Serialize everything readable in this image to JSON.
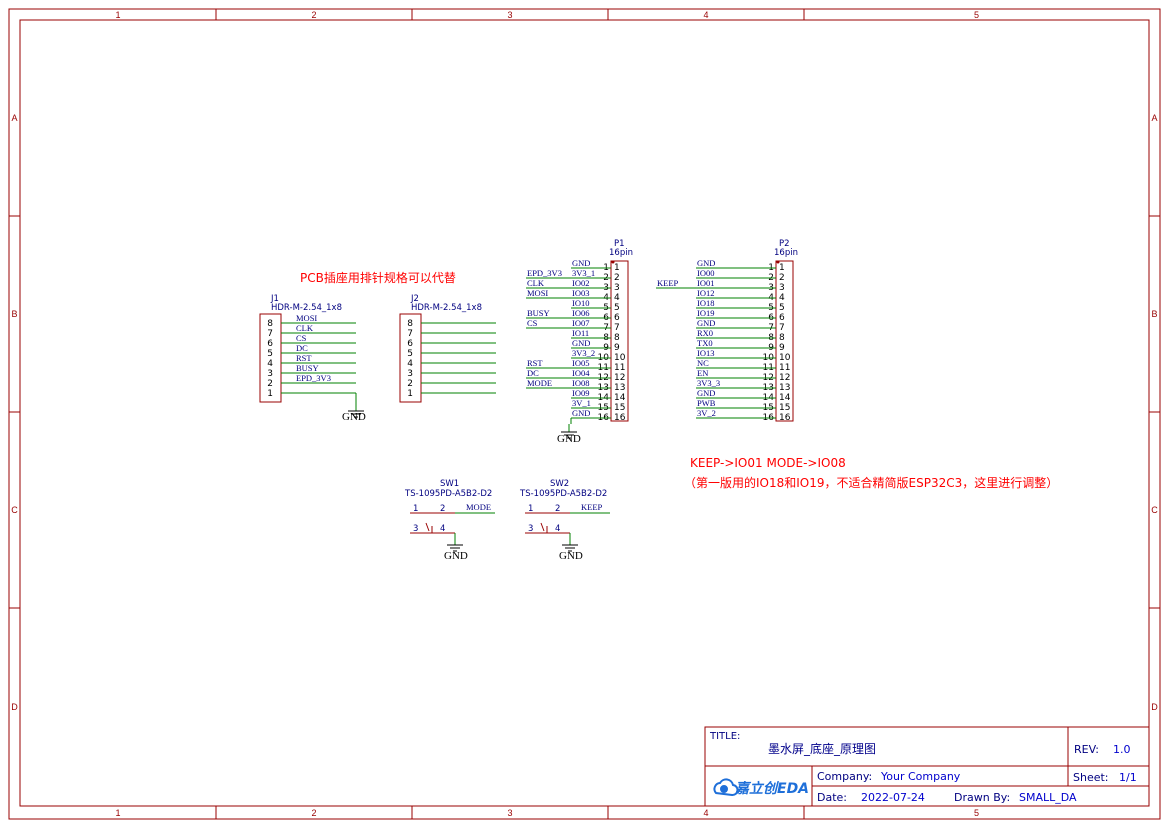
{
  "colors": {
    "border": "#990000",
    "wire": "#008000",
    "netlabel": "#000080",
    "pin": "#990000",
    "red": "#ff0000",
    "designator": "#000080",
    "ground": "#000000"
  },
  "border": {
    "cols": [
      "1",
      "2",
      "3",
      "4",
      "5"
    ],
    "rows": [
      "A",
      "B",
      "C",
      "D"
    ]
  },
  "note_top": "PCB插座用排针规格可以代替",
  "note_remap": "KEEP->IO01 MODE->IO08",
  "note_detail": "（第一版用的IO18和IO19，不适合精简版ESP32C3，这里进行调整）",
  "j1": {
    "ref": "J1",
    "part": "HDR-M-2.54_1x8",
    "pins": [
      "8",
      "7",
      "6",
      "5",
      "4",
      "3",
      "2",
      "1"
    ],
    "nets": [
      "MOSI",
      "CLK",
      "CS",
      "DC",
      "RST",
      "BUSY",
      "EPD_3V3",
      ""
    ],
    "gnd": "GND"
  },
  "j2": {
    "ref": "J2",
    "part": "HDR-M-2.54_1x8",
    "pins": [
      "8",
      "7",
      "6",
      "5",
      "4",
      "3",
      "2",
      "1"
    ]
  },
  "p1": {
    "ref": "P1",
    "part": "16pin",
    "pins": [
      "1",
      "2",
      "3",
      "4",
      "5",
      "6",
      "7",
      "8",
      "9",
      "10",
      "11",
      "12",
      "13",
      "14",
      "15",
      "16"
    ],
    "netlabels": [
      "GND",
      "3V3_1",
      "IO02",
      "IO03",
      "IO10",
      "IO06",
      "IO07",
      "IO11",
      "GND",
      "3V3_2",
      "IO05",
      "IO04",
      "IO08",
      "IO09",
      "3V_1",
      "GND"
    ],
    "left_nets": [
      "",
      "EPD_3V3",
      "CLK",
      "MOSI",
      "",
      "BUSY",
      "CS",
      "",
      "",
      "",
      "RST",
      "DC",
      "MODE",
      "",
      "",
      ""
    ],
    "gnd": "GND"
  },
  "p2": {
    "ref": "P2",
    "part": "16pin",
    "pins": [
      "1",
      "2",
      "3",
      "4",
      "5",
      "6",
      "7",
      "8",
      "9",
      "10",
      "11",
      "12",
      "13",
      "14",
      "15",
      "16"
    ],
    "netlabels": [
      "GND",
      "IO00",
      "IO01",
      "IO12",
      "IO18",
      "IO19",
      "GND",
      "RX0",
      "TX0",
      "IO13",
      "NC",
      "EN",
      "3V3_3",
      "GND",
      "PWB",
      "3V_2"
    ],
    "keep": "KEEP"
  },
  "sw1": {
    "ref": "SW1",
    "part": "TS-1095PD-A5B2-D2",
    "p1": "1",
    "p2": "2",
    "p3": "3",
    "p4": "4",
    "net": "MODE",
    "gnd": "GND"
  },
  "sw2": {
    "ref": "SW2",
    "part": "TS-1095PD-A5B2-D2",
    "p1": "1",
    "p2": "2",
    "p3": "3",
    "p4": "4",
    "net": "KEEP",
    "gnd": "GND"
  },
  "titleblock": {
    "title_label": "TITLE:",
    "title": "墨水屏_底座_原理图",
    "rev_label": "REV:",
    "rev": "1.0",
    "company_label": "Company:",
    "company": "Your Company",
    "sheet_label": "Sheet:",
    "sheet": "1/1",
    "date_label": "Date:",
    "date": "2022-07-24",
    "drawn_label": "Drawn By:",
    "drawn": "SMALL_DA",
    "logo": "嘉立创EDA"
  }
}
